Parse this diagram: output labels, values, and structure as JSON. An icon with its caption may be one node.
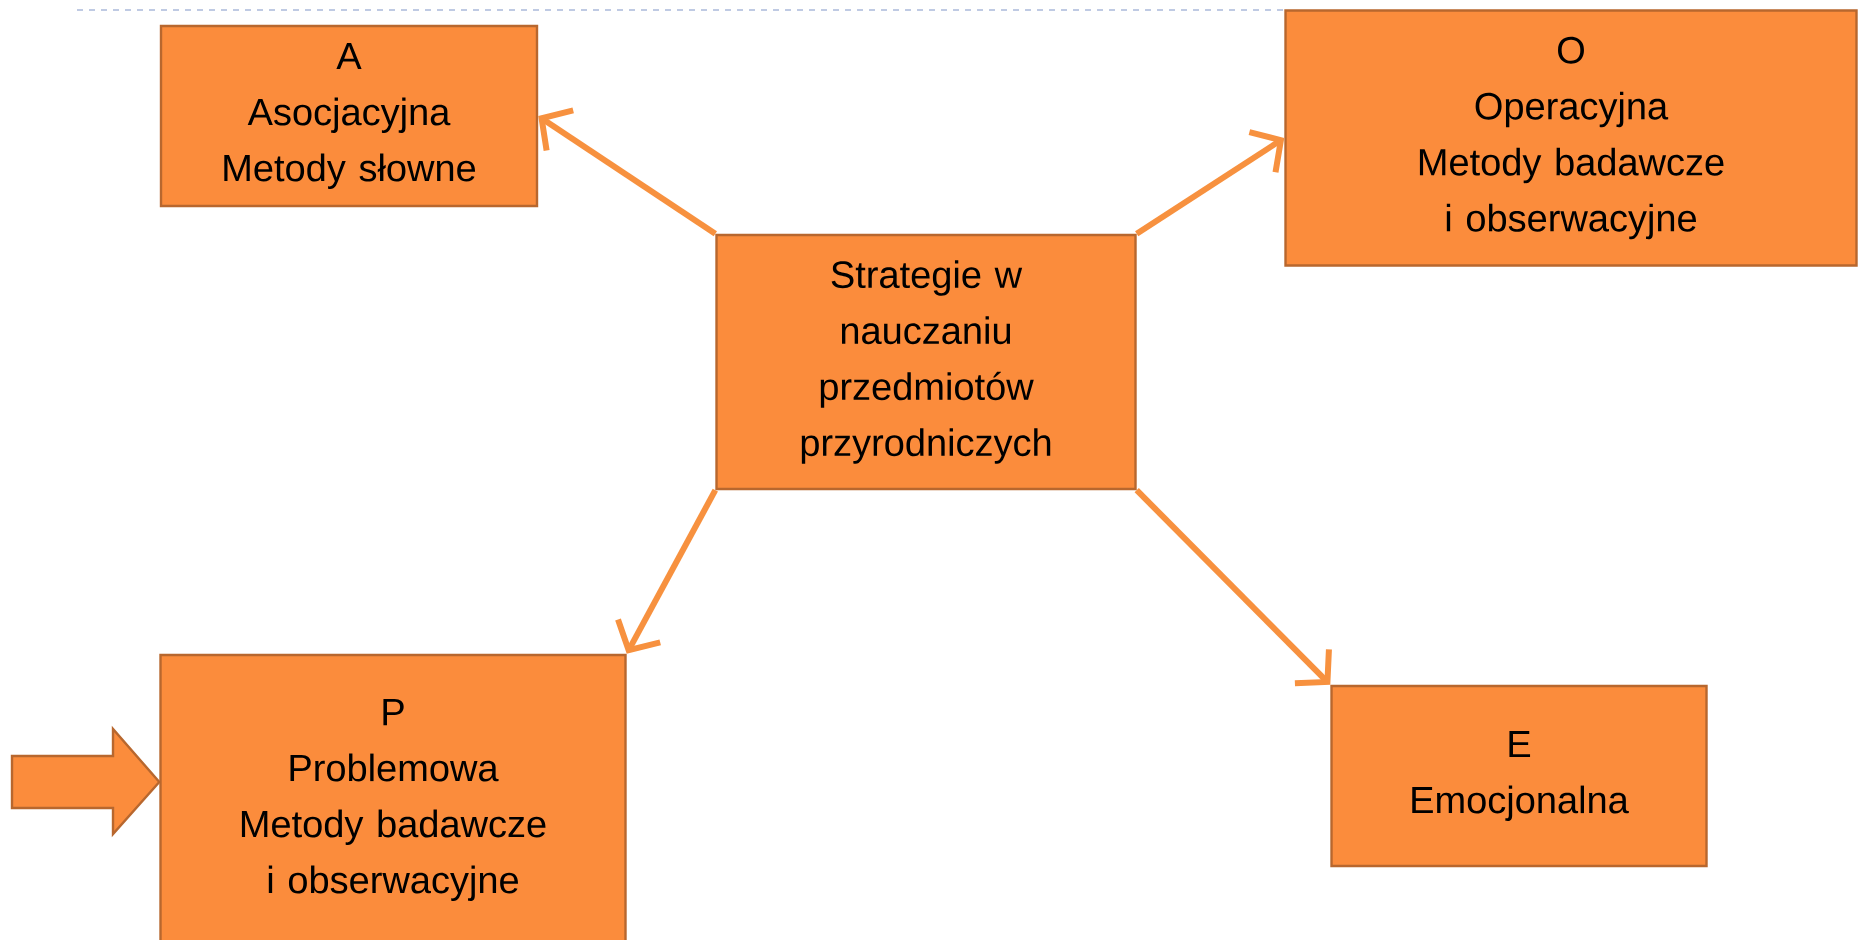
{
  "diagram": {
    "nodes": [
      {
        "text": [
          "A",
          "Asocjacyjna",
          "Metody słowne"
        ]
      },
      {
        "text": [
          "O",
          "Operacyjna",
          "Metody badawcze i obserwacyjne"
        ]
      },
      {
        "text": [
          "Strategie w nauczaniu przedmiotów przyrodniczych"
        ]
      },
      {
        "text": [
          "P",
          "Problemowa",
          "Metody badawcze i obserwacyjne"
        ]
      },
      {
        "text": [
          "E",
          "Emocjonalna"
        ]
      }
    ],
    "edges": [
      {
        "from": 2,
        "to": 0,
        "arrow": "to"
      },
      {
        "from": 2,
        "to": 1,
        "arrow": "to"
      },
      {
        "from": 2,
        "to": 3,
        "arrow": "to"
      },
      {
        "from": 2,
        "to": 4,
        "arrow": "to"
      },
      {
        "from": null,
        "to": 3,
        "arrow": "to",
        "style": "thick"
      }
    ]
  }
}
